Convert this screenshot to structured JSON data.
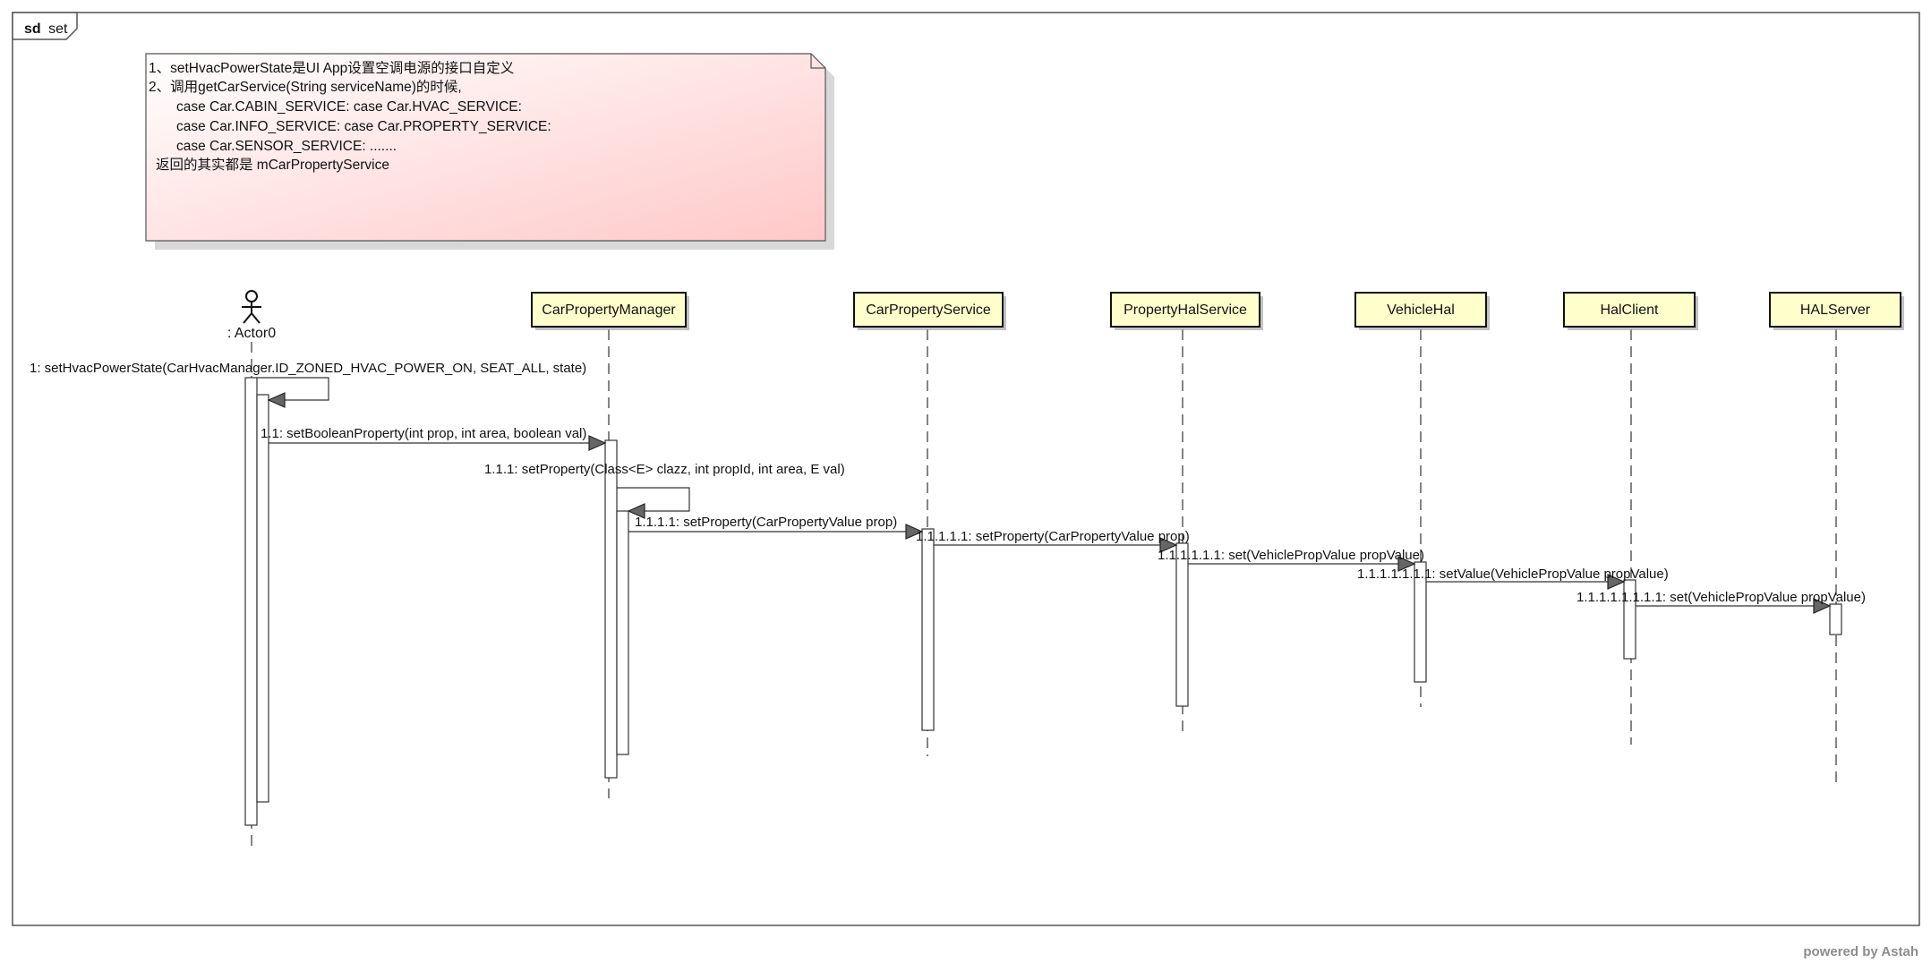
{
  "frame": {
    "keyword": "sd",
    "name": "set"
  },
  "note": {
    "lines": [
      "1、setHvacPowerState是UI App设置空调电源的接口自定义",
      "2、调用getCarService(String serviceName)的时候,",
      "case Car.CABIN_SERVICE:   case Car.HVAC_SERVICE:",
      "case Car.INFO_SERVICE:   case Car.PROPERTY_SERVICE:",
      "case Car.SENSOR_SERVICE:  .......",
      "返回的其实都是 mCarPropertyService"
    ]
  },
  "actor": {
    "name": ": Actor0"
  },
  "participants": [
    "CarPropertyManager",
    "CarPropertyService",
    "PropertyHalService",
    "VehicleHal",
    "HalClient",
    "HALServer"
  ],
  "messages": [
    "1: setHvacPowerState(CarHvacManager.ID_ZONED_HVAC_POWER_ON, SEAT_ALL, state)",
    "1.1: setBooleanProperty(int prop, int area, boolean val)",
    "1.1.1: setProperty(Class<E> clazz, int propId, int area, E val)",
    "1.1.1.1: setProperty(CarPropertyValue prop)",
    "1.1.1.1.1: setProperty(CarPropertyValue prop)",
    "1.1.1.1.1.1: set(VehiclePropValue propValue)",
    "1.1.1.1.1.1.1: setValue(VehiclePropValue propValue)",
    "1.1.1.1.1.1.1.1: set(VehiclePropValue propValue)"
  ],
  "watermark": "powered by Astah",
  "colors": {
    "participant_fill": "#ffffcc",
    "note_fill_start": "#ffffff",
    "note_fill_end": "#ffc8c8",
    "line": "#333333"
  }
}
